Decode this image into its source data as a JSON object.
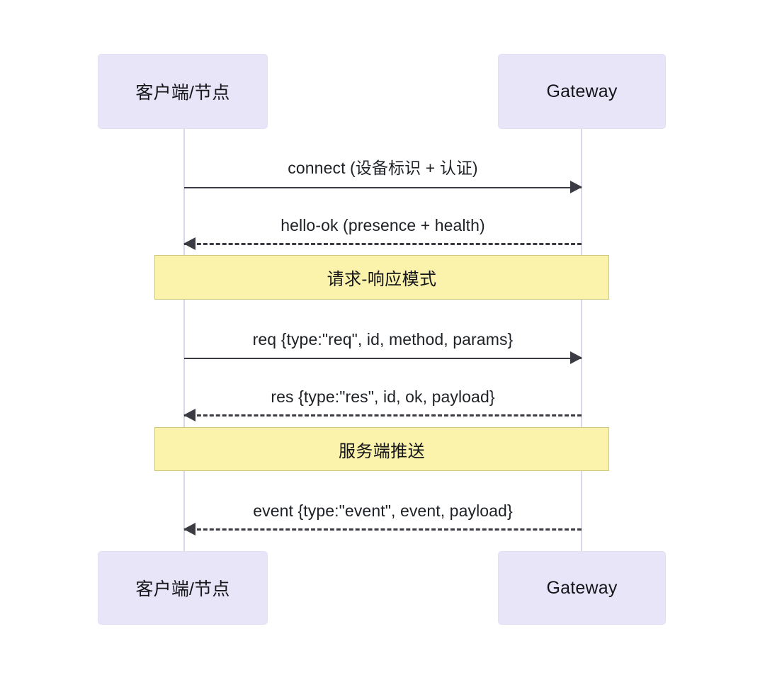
{
  "diagram": {
    "type": "sequence-diagram",
    "colors": {
      "background": "#ffffff",
      "participant_fill": "#e8e5f8",
      "participant_border": "#e3e0f4",
      "lifeline": "#d9d8ea",
      "banner_fill": "#fbf2ab",
      "banner_border": "#cdc67f",
      "arrow": "#3b3b43",
      "text": "#14161a"
    },
    "participants": [
      {
        "id": "client",
        "label": "客户端/节点"
      },
      {
        "id": "gateway",
        "label": "Gateway"
      }
    ],
    "messages": [
      {
        "id": "connect",
        "label": "connect (设备标识 + 认证)",
        "from": "client",
        "to": "gateway",
        "direction": "right",
        "style": "solid"
      },
      {
        "id": "hello-ok",
        "label": "hello-ok (presence + health)",
        "from": "gateway",
        "to": "client",
        "direction": "left",
        "style": "dashed"
      },
      {
        "id": "req",
        "label": "req {type:\"req\", id, method, params}",
        "from": "client",
        "to": "gateway",
        "direction": "right",
        "style": "solid"
      },
      {
        "id": "res",
        "label": "res {type:\"res\", id, ok, payload}",
        "from": "gateway",
        "to": "client",
        "direction": "left",
        "style": "dashed"
      },
      {
        "id": "event",
        "label": "event {type:\"event\", event, payload}",
        "from": "gateway",
        "to": "client",
        "direction": "left",
        "style": "dashed"
      }
    ],
    "banners": [
      {
        "id": "request-response",
        "label": "请求-响应模式"
      },
      {
        "id": "server-push",
        "label": "服务端推送"
      }
    ]
  }
}
